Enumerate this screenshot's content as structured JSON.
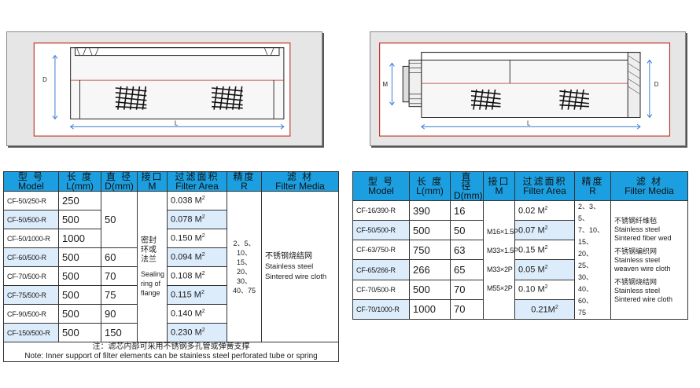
{
  "left_table": {
    "headers": [
      {
        "zh": "型 号",
        "en": "Model"
      },
      {
        "zh": "长 度",
        "en": "L(mm)"
      },
      {
        "zh": "直 径",
        "en": "D(mm)"
      },
      {
        "zh": "接口",
        "en": "M"
      },
      {
        "zh": "过滤面积",
        "en": "Filter Area"
      },
      {
        "zh": "精度",
        "en": "R"
      },
      {
        "zh": "滤 材",
        "en": "Filter Media"
      }
    ],
    "rows": [
      {
        "model": "CF-50/250-R",
        "length": "250",
        "area": "0.038 M",
        "area_sup": "2"
      },
      {
        "model": "CF-50/500-R",
        "length": "500",
        "area": "0.078 M",
        "area_sup": "2"
      },
      {
        "model": "CF-50/1000-R",
        "length": "1000",
        "area": "0.150 M",
        "area_sup": "2"
      },
      {
        "model": "CF-60/500-R",
        "length": "500",
        "diameter": "60",
        "area": "0.094 M",
        "area_sup": "2"
      },
      {
        "model": "CF-70/500-R",
        "length": "500",
        "diameter": "70",
        "area": "0.108 M",
        "area_sup": "2"
      },
      {
        "model": "CF-75/500-R",
        "length": "500",
        "diameter": "75",
        "area": "0.115 M",
        "area_sup": "2"
      },
      {
        "model": "CF-90/500-R",
        "length": "500",
        "diameter": "90",
        "area": "0.140 M",
        "area_sup": "2"
      },
      {
        "model": "CF-150/500-R",
        "length": "500",
        "diameter": "150",
        "area": "0.230 M",
        "area_sup": "2"
      }
    ],
    "shared_diameter": "50",
    "connection_zh": "密封环或法兰",
    "connection_en": "Sealing ring of flange",
    "precision": [
      "2、5、",
      "10、15、",
      "20、30、",
      "40、75"
    ],
    "media_zh": "不锈钢烧结网",
    "media_en": [
      "Stainless steel",
      "Sintered wire cloth"
    ],
    "note_zh": "注：滤芯内部可采用不锈钢多孔管或弹簧支撑",
    "note_en": "Note: Inner support of filter elements can be stainless steel perforated tube or spring"
  },
  "right_table": {
    "headers": [
      {
        "zh": "型 号",
        "en": "Model"
      },
      {
        "zh": "长 度",
        "en": "L(mm)"
      },
      {
        "zh": "直 径",
        "en": "D(mm)"
      },
      {
        "zh": "接口",
        "en": "M"
      },
      {
        "zh": "过滤面积",
        "en": "Filter Area"
      },
      {
        "zh": "精度",
        "en": "R"
      },
      {
        "zh": "滤 材",
        "en": "Filter Media"
      }
    ],
    "rows": [
      {
        "model": "CF-16/390-R",
        "length": "390",
        "diameter": "16",
        "m": "",
        "area": "0.02 M",
        "area_sup": "2"
      },
      {
        "model": "CF-50/500-R",
        "length": "500",
        "diameter": "50",
        "m": "M16×1.5P",
        "area": "0.07 M",
        "area_sup": "2"
      },
      {
        "model": "CF-63/750-R",
        "length": "750",
        "diameter": "63",
        "m": "M33×1.5P",
        "area": "0.15 M",
        "area_sup": "2"
      },
      {
        "model": "CF-65/266-R",
        "length": "266",
        "diameter": "65",
        "m": "M33×2P",
        "area": "0.05 M",
        "area_sup": "2"
      },
      {
        "model": "CF-70/500-R",
        "length": "500",
        "diameter": "70",
        "m": "M55×2P",
        "area": "0.10 M",
        "area_sup": "2"
      },
      {
        "model": "CF-70/1000-R",
        "length": "1000",
        "diameter": "70",
        "m": "",
        "area": "0.21M",
        "area_sup": "2"
      }
    ],
    "precision": [
      "2、3、5、",
      "7、10、",
      "15、20、",
      "25、30、",
      "40、60、",
      "75"
    ],
    "media": [
      {
        "zh": "不锈钢纤维毡",
        "en": [
          "Stainless steel",
          "Sintered fiber wed"
        ]
      },
      {
        "zh": "不锈钢编织网",
        "en": [
          "Stainless steel",
          "weaven wire cloth"
        ]
      },
      {
        "zh": "不锈钢烧结网",
        "en": [
          "Stainless steel",
          "Sintered wire cloth"
        ]
      }
    ]
  },
  "drawing_labels": {
    "d": "D",
    "l": "L",
    "m": "M"
  },
  "colors": {
    "header_blue": "#1b9fe0",
    "row_tint": "#dcecfb",
    "frame_red": "#c0392b",
    "dimension_blue": "#3a7bd5"
  }
}
